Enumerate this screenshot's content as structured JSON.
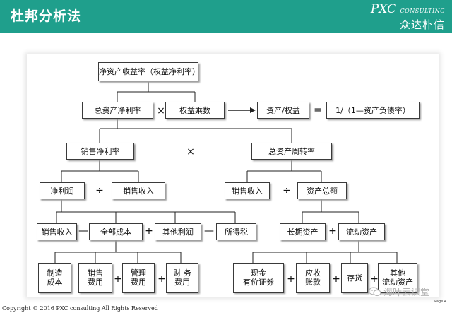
{
  "header": {
    "title": "杜邦分析法",
    "brand": "PXC",
    "brand_sub": "CONSULTING",
    "brand_cn": "众达朴信"
  },
  "diagram": {
    "nodes": {
      "roe": "净资产收益率（权益净利率）",
      "roa": "总资产净利率",
      "equity_multiplier": "权益乘数",
      "assets_over_equity": "资产/权益",
      "debt_formula": "1/（1—资产负债率）",
      "net_margin": "销售净利率",
      "asset_turnover": "总资产周转率",
      "net_profit": "净利润",
      "sales_revenue_left": "销售收入",
      "sales_revenue_right": "销售收入",
      "total_assets": "资产总额",
      "sales_revenue_bottom": "销售收入",
      "total_cost": "全部成本",
      "other_profit": "其他利润",
      "income_tax": "所得税",
      "long_term_assets": "长期资产",
      "current_assets": "流动资产",
      "manufacturing_cost": "制造\n成本",
      "selling_expense": "销售\n费用",
      "admin_expense": "管理\n费用",
      "finance_expense": "财  务\n费用",
      "cash_securities": "现金\n有价证券",
      "receivables": "应收\n账款",
      "inventory": "存货",
      "other_current_assets": "其他\n流动资产"
    },
    "operators": {
      "times": "×",
      "equals": "=",
      "divide": "÷",
      "minus": "—",
      "plus": "+"
    }
  },
  "footer": {
    "copyright": "Copyright © 2016  PXC consulting All Rights Reserved",
    "page": "Page 4",
    "watermark": "海叶云课堂"
  },
  "colors": {
    "header_bg": "#1f9f8c",
    "box_border": "#3a3a3a"
  },
  "icons": [
    "arrow-right-icon",
    "wechat-icon"
  ]
}
